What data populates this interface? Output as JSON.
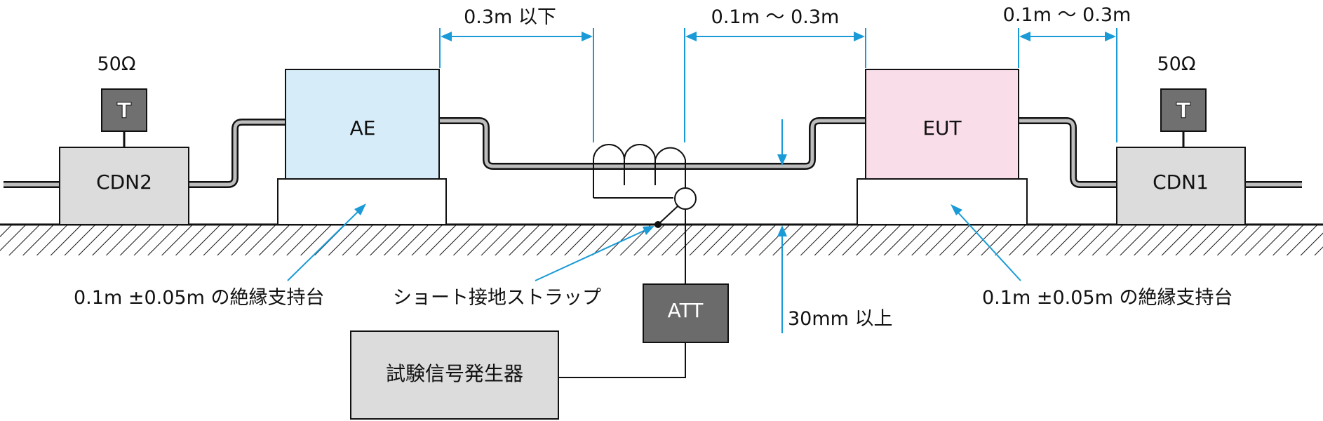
{
  "labels": {
    "ae": "AE",
    "eut": "EUT",
    "cdn_left": "CDN2",
    "cdn_right": "CDN1",
    "term_left": "T",
    "term_right": "T",
    "ohm_left": "50Ω",
    "ohm_right": "50Ω",
    "att": "ATT",
    "generator": "試験信号発生器",
    "dim_ae_clamp": "0.3m 以下",
    "dim_clamp_eut": "0.1m 〜 0.3m",
    "dim_eut_cdn": "0.1m 〜 0.3m",
    "support_left": "0.1m ±0.05m の絶縁支持台",
    "support_right": "0.1m ±0.05m の絶縁支持台",
    "strap": "ショート接地ストラップ",
    "height": "30mm 以上"
  },
  "colors": {
    "ae_fill": "#d6ecf8",
    "eut_fill": "#f9dde8",
    "cdn_fill": "#dcdcdc",
    "term_fill": "#707070",
    "att_fill": "#6b6b6b",
    "generator_fill": "#dcdcdc",
    "support_fill": "#ffffff",
    "dimension_line": "#1a9ad6",
    "cable_core": "#bdbdbd"
  }
}
